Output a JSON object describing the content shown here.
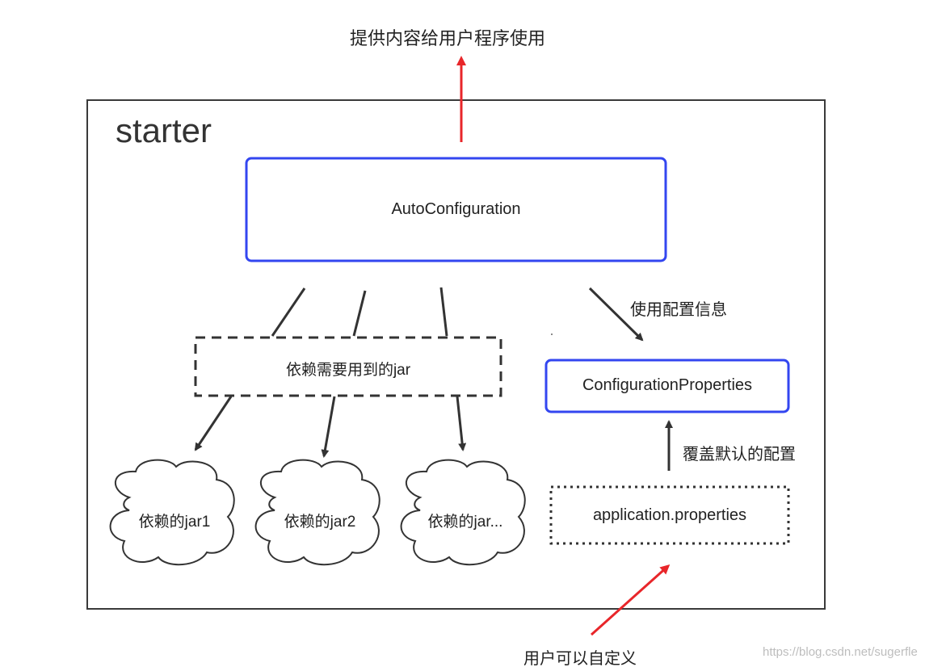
{
  "top_label": "提供内容给用户程序使用",
  "container": {
    "title": "starter"
  },
  "nodes": {
    "auto_config": "AutoConfiguration",
    "deps_jar": "依赖需要用到的jar",
    "jar1": "依赖的jar1",
    "jar2": "依赖的jar2",
    "jar_more": "依赖的jar...",
    "config_props": "ConfigurationProperties",
    "app_props": "application.properties"
  },
  "edge_labels": {
    "use_config": "使用配置信息",
    "override": "覆盖默认的配置"
  },
  "bottom_label": "用户可以自定义",
  "watermark": "https://blog.csdn.net/sugerfle",
  "colors": {
    "blue_border": "#3346f0",
    "red_arrow": "#e8262a",
    "dark": "#333333",
    "frame": "#3a3a3a"
  }
}
